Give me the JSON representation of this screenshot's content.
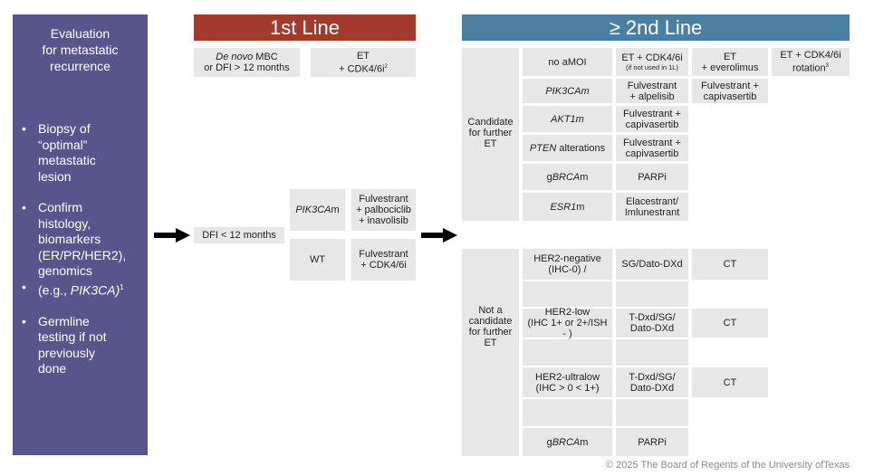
{
  "sidebar": {
    "title_lines": [
      "Evaluation",
      "for metastatic",
      "recurrence"
    ],
    "bullet_glyph": "•",
    "items": [
      {
        "lines": [
          "Biopsy of",
          "“optimal”",
          "metastatic",
          "lesion"
        ]
      },
      {
        "lines": [
          "Confirm",
          "histology,",
          "biomarkers",
          "(ER/PR/HER2),",
          "genomics"
        ]
      },
      {
        "pre": "(e.g., ",
        "ital": "PIK3CA)",
        "sup": "1"
      },
      {
        "lines": [
          "Germline",
          "testing if not",
          "previously",
          "done"
        ]
      }
    ]
  },
  "first_line": {
    "header": "1st Line",
    "header_color": "#a33a2c",
    "denovo": {
      "ital": "De novo",
      "rest": " MBC",
      "line2": "or DFI > 12 months"
    },
    "et_cdk": {
      "line1": "ET",
      "line2": "+ CDK4/6i",
      "sup": "2"
    },
    "dfi": "DFI < 12 months",
    "pik3cam": {
      "ital": "PIK3CA",
      "rest": "m"
    },
    "pik3cam_tx": [
      "Fulvestrant",
      "+ palbociclib",
      "+ inavolisib"
    ],
    "wt": "WT",
    "wt_tx": [
      "Fulvestrant",
      "+ CDK4/6i"
    ]
  },
  "second_line": {
    "header": "≥ 2nd Line",
    "header_color": "#4a7fa0",
    "candidate": [
      "Candidate",
      "for further",
      "ET"
    ],
    "not_candidate": [
      "Not a",
      "candidate",
      "for further",
      "ET"
    ],
    "rows": {
      "no_amoi": "no aMOI",
      "no_amoi_tx1": {
        "line1": "ET + CDK4/6i",
        "sub": "(if not used in 1L)"
      },
      "no_amoi_tx2": [
        "ET",
        "+ everolimus"
      ],
      "no_amoi_tx3": {
        "line1": "ET + CDK4/6i",
        "line2": "rotation",
        "sup": "3"
      },
      "pik3cam": {
        "ital": "PIK3CAm"
      },
      "pik3cam_tx1": [
        "Fulvestrant",
        "+ alpelisib"
      ],
      "pik3cam_tx2": [
        "Fulvestrant +",
        "capivasertib"
      ],
      "akt1m": {
        "ital": "AKT1m"
      },
      "akt1m_tx": [
        "Fulvestrant +",
        "capivasertib"
      ],
      "pten": {
        "ital": "PTEN",
        "rest": " alterations"
      },
      "pten_tx": [
        "Fulvestrant +",
        "capivasertib"
      ],
      "gbrcam": {
        "pre": "g",
        "ital": "BRCA",
        "rest": "m"
      },
      "gbrcam_tx": "PARPi",
      "esr1m": {
        "ital": "ESR1",
        "rest": "m"
      },
      "esr1m_tx": [
        "Elacestrant/",
        "Imlunestrant"
      ],
      "her2neg": [
        "HER2-negative",
        "(IHC-0) /"
      ],
      "her2neg_tx": "SG/Dato-DXd",
      "her2neg_ct": "CT",
      "her2low": [
        "HER2-low",
        "(IHC 1+ or 2+/ISH - )"
      ],
      "her2low_tx": [
        "T-Dxd/SG/",
        "Dato-DXd"
      ],
      "her2low_ct": "CT",
      "her2ultra": [
        "HER2-ultralow",
        "(IHC > 0 < 1+)"
      ],
      "her2ultra_tx": [
        "T-Dxd/SG/",
        "Dato-DXd"
      ],
      "her2ultra_ct": "CT",
      "gbrcam2": {
        "pre": "g",
        "ital": "BRCA",
        "rest": "m"
      },
      "gbrcam2_tx": "PARPi"
    }
  },
  "credit": "© 2025 The Board of Regents of the University ofTexas"
}
